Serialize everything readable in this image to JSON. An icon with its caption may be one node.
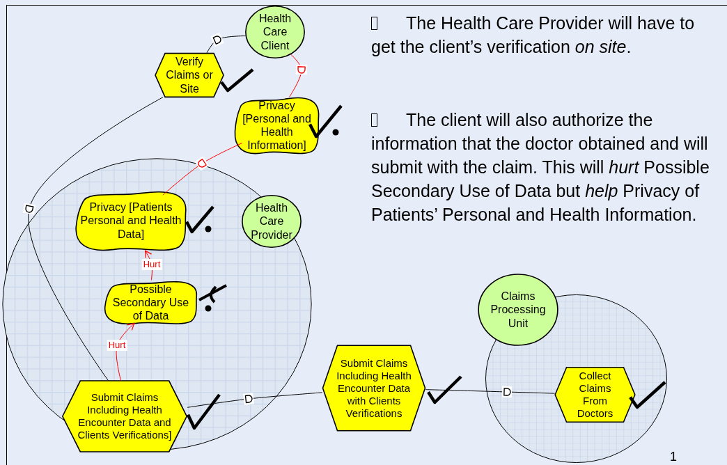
{
  "diagram": {
    "nodes": [
      {
        "text": [
          "Health Care Client"
        ]
      },
      {
        "text": [
          "Verify Claims or Site"
        ]
      },
      {
        "text": [
          "Privacy [Personal and Health Information]"
        ]
      },
      {
        "text": [],
        "shape": "circle"
      },
      {
        "text": [
          "Privacy [Patients Personal and Health Data]"
        ],
        "in": 3
      },
      {
        "text": [
          "Health Care Provider"
        ],
        "in": 3
      },
      {
        "text": [
          "Possible Secondary Use of Data"
        ],
        "in": 3
      },
      {
        "text": [
          "Submit Claims Including Health Encounter Data and Clients Verifications]"
        ],
        "in": 3
      },
      {
        "text": [
          "Submit Claims Including Health Encounter Data with Clients Verifications"
        ]
      },
      {
        "text": [],
        "shape": "circle"
      },
      {
        "text": [
          "Claims Processing Unit"
        ]
      },
      {
        "text": [
          "Collect Claims From Doctors"
        ],
        "in": 9
      }
    ],
    "edges": [
      {
        "from": 1,
        "to": 0,
        "arrow": "none"
      },
      {
        "from": 1,
        "to": 7,
        "arrow": "none"
      },
      {
        "from": 0,
        "to": 2,
        "arrow": "none",
        "color": "#ff0000"
      },
      {
        "from": 2,
        "to": 4,
        "arrow": "none",
        "color": "#ff0000"
      },
      {
        "from": 6,
        "to": 4,
        "arrow": "to",
        "label": "Hurt",
        "color": "#ff0000"
      },
      {
        "from": 7,
        "to": 6,
        "arrow": "to",
        "label": "Hurt",
        "color": "#ff0000"
      },
      {
        "from": 7,
        "to": 8,
        "arrow": "none"
      },
      {
        "from": 8,
        "to": 11,
        "arrow": "none"
      }
    ],
    "labels": [
      "The Health Care Provider will have to get the client’s verification *on site*.",
      "The client will also authorize the information that the doctor obtained and will submit with the claim. This will *hurt* Possible Secondary Use of Data but *help* Privacy of Patients’ Personal and Health Information.",
      "1"
    ]
  }
}
